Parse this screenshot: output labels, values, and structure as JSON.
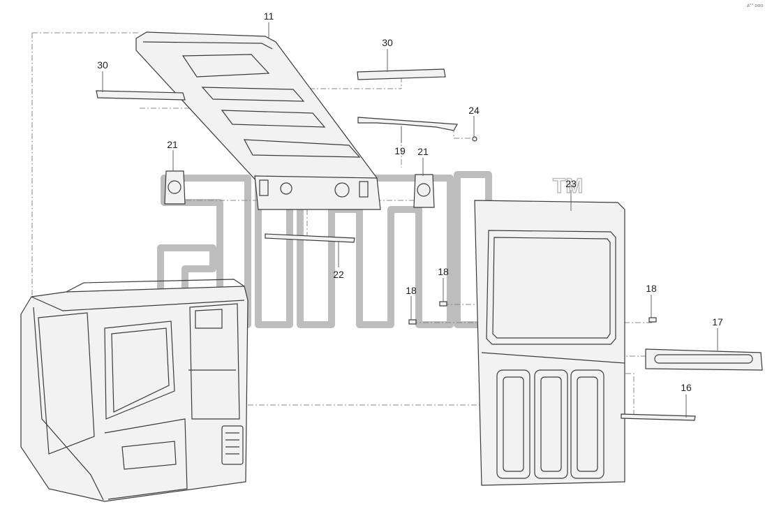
{
  "callouts": {
    "c11": "11",
    "c30a": "30",
    "c30b": "30",
    "c24": "24",
    "c19": "19",
    "c21a": "21",
    "c21b": "21",
    "c23": "23",
    "c22": "22",
    "c18a": "18",
    "c18b": "18",
    "c18c": "18",
    "c17": "17",
    "c16": "16"
  },
  "watermark": {
    "text": "aicb",
    "tm": "TM"
  },
  "corner_mark": "a°° ooo",
  "colors": {
    "line": "#3a3a3a",
    "watermark": "#bdbdbd",
    "background": "#ffffff"
  }
}
